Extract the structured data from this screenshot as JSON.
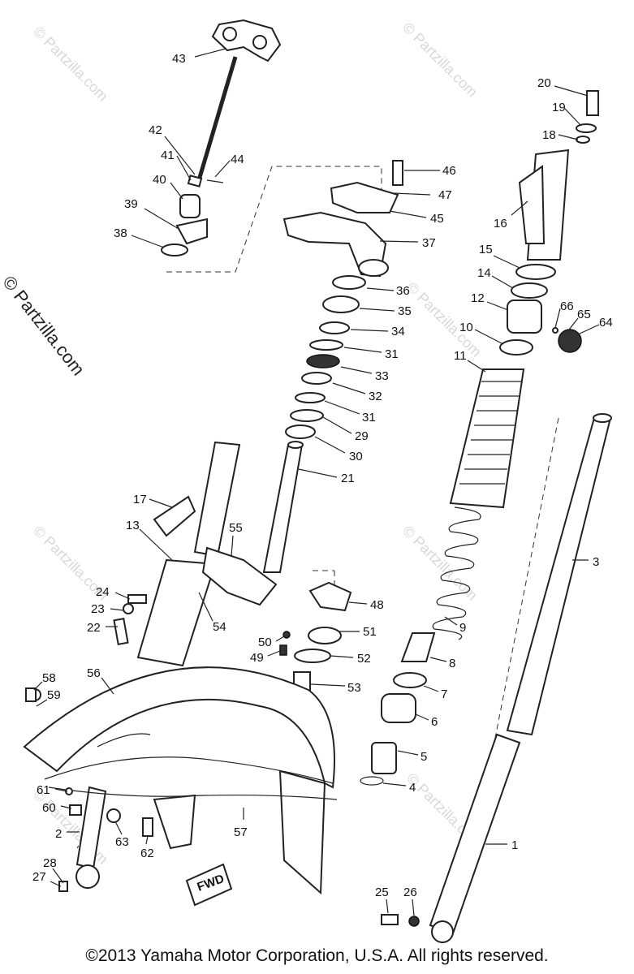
{
  "watermark": "© Partzilla.com",
  "copyright": "©2013 Yamaha Motor Corporation, U.S.A. All rights reserved.",
  "fwd_tag": "FWD",
  "parts": [
    {
      "id": "p43",
      "label": "43"
    },
    {
      "id": "p42",
      "label": "42"
    },
    {
      "id": "p41",
      "label": "41"
    },
    {
      "id": "p44",
      "label": "44"
    },
    {
      "id": "p40",
      "label": "40"
    },
    {
      "id": "p39",
      "label": "39"
    },
    {
      "id": "p38",
      "label": "38"
    },
    {
      "id": "p20",
      "label": "20"
    },
    {
      "id": "p19",
      "label": "19"
    },
    {
      "id": "p18",
      "label": "18"
    },
    {
      "id": "p16",
      "label": "16"
    },
    {
      "id": "p46",
      "label": "46"
    },
    {
      "id": "p47",
      "label": "47"
    },
    {
      "id": "p45",
      "label": "45"
    },
    {
      "id": "p37",
      "label": "37"
    },
    {
      "id": "p15",
      "label": "15"
    },
    {
      "id": "p14",
      "label": "14"
    },
    {
      "id": "p36",
      "label": "36"
    },
    {
      "id": "p35",
      "label": "35"
    },
    {
      "id": "p12",
      "label": "12"
    },
    {
      "id": "p66",
      "label": "66"
    },
    {
      "id": "p65",
      "label": "65"
    },
    {
      "id": "p64",
      "label": "64"
    },
    {
      "id": "p34",
      "label": "34"
    },
    {
      "id": "p10",
      "label": "10"
    },
    {
      "id": "p31a",
      "label": "31"
    },
    {
      "id": "p11",
      "label": "11"
    },
    {
      "id": "p33",
      "label": "33"
    },
    {
      "id": "p32",
      "label": "32"
    },
    {
      "id": "p31b",
      "label": "31"
    },
    {
      "id": "p29",
      "label": "29"
    },
    {
      "id": "p30",
      "label": "30"
    },
    {
      "id": "p21",
      "label": "21"
    },
    {
      "id": "p17",
      "label": "17"
    },
    {
      "id": "p13",
      "label": "13"
    },
    {
      "id": "p55",
      "label": "55"
    },
    {
      "id": "p3",
      "label": "3"
    },
    {
      "id": "p24",
      "label": "24"
    },
    {
      "id": "p23",
      "label": "23"
    },
    {
      "id": "p22",
      "label": "22"
    },
    {
      "id": "p54",
      "label": "54"
    },
    {
      "id": "p48",
      "label": "48"
    },
    {
      "id": "p51",
      "label": "51"
    },
    {
      "id": "p50",
      "label": "50"
    },
    {
      "id": "p49",
      "label": "49"
    },
    {
      "id": "p52",
      "label": "52"
    },
    {
      "id": "p9",
      "label": "9"
    },
    {
      "id": "p8",
      "label": "8"
    },
    {
      "id": "p58",
      "label": "58"
    },
    {
      "id": "p56",
      "label": "56"
    },
    {
      "id": "p59",
      "label": "59"
    },
    {
      "id": "p53",
      "label": "53"
    },
    {
      "id": "p7",
      "label": "7"
    },
    {
      "id": "p6",
      "label": "6"
    },
    {
      "id": "p5",
      "label": "5"
    },
    {
      "id": "p61",
      "label": "61"
    },
    {
      "id": "p60",
      "label": "60"
    },
    {
      "id": "p4",
      "label": "4"
    },
    {
      "id": "p57",
      "label": "57"
    },
    {
      "id": "p2",
      "label": "2"
    },
    {
      "id": "p63",
      "label": "63"
    },
    {
      "id": "p62",
      "label": "62"
    },
    {
      "id": "p1",
      "label": "1"
    },
    {
      "id": "p28",
      "label": "28"
    },
    {
      "id": "p27",
      "label": "27"
    },
    {
      "id": "p25",
      "label": "25"
    },
    {
      "id": "p26",
      "label": "26"
    }
  ]
}
